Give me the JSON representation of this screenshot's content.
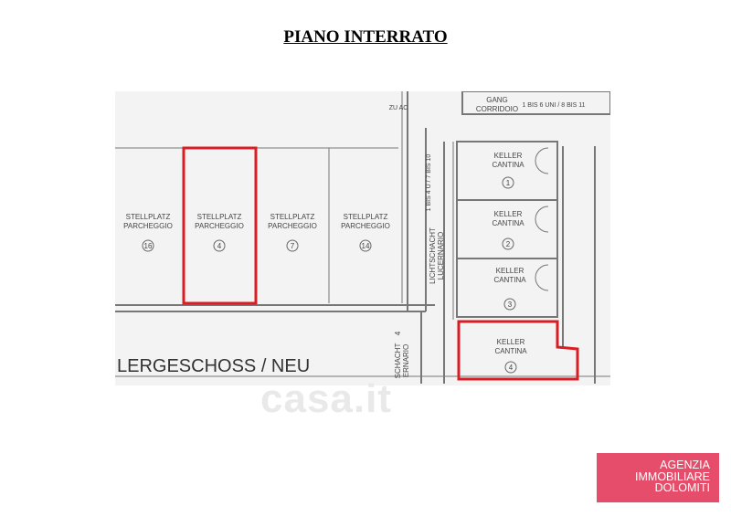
{
  "title": "PIANO INTERRATO",
  "plan": {
    "parking": [
      {
        "label1": "STELLPLATZ",
        "label2": "PARCHEGGIO",
        "number": "16"
      },
      {
        "label1": "STELLPLATZ",
        "label2": "PARCHEGGIO",
        "number": "4"
      },
      {
        "label1": "STELLPLATZ",
        "label2": "PARCHEGGIO",
        "number": "7"
      },
      {
        "label1": "STELLPLATZ",
        "label2": "PARCHEGGIO",
        "number": "14"
      }
    ],
    "cellars": [
      {
        "label1": "KELLER",
        "label2": "CANTINA",
        "number": "1"
      },
      {
        "label1": "KELLER",
        "label2": "CANTINA",
        "number": "2"
      },
      {
        "label1": "KELLER",
        "label2": "CANTINA",
        "number": "3"
      },
      {
        "label1": "KELLER",
        "label2": "CANTINA",
        "number": "4"
      }
    ],
    "corridor1": "GANG",
    "corridor2": "CORRIDOIO",
    "corridor_refs": "1 BIS 6 UNI / 8 BIS 11",
    "lightwell1": "LICHTSCHACHT",
    "lightwell2": "LUCERNARIO",
    "lightwell_refs": "1 BIS 4 U / 7 BIS 10",
    "lightwell_b1": "SCHACHT",
    "lightwell_b2": "ERNARIO",
    "lightwell_b_num": "4",
    "top_text": "ZU AC",
    "floor_label": "LERGESCHOSS / NEU",
    "highlight_color": "#d81e25"
  },
  "watermark": "casa.it",
  "agency": {
    "line1": "AGENZIA",
    "line2": "IMMOBILIARE",
    "line3": "DOLOMITI",
    "color": "#e54d6a"
  }
}
